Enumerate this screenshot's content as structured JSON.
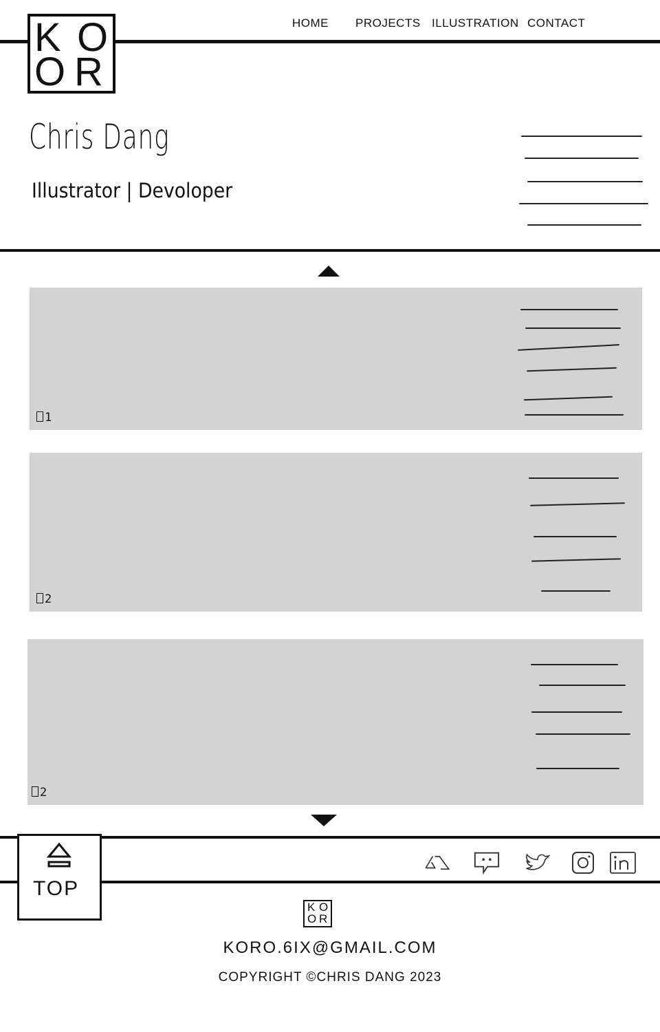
{
  "brand": {
    "logo_letters": [
      "K",
      "O",
      "O",
      "R"
    ],
    "small_logo_letters": [
      "K",
      "O",
      "O",
      "R"
    ]
  },
  "nav": {
    "items": [
      {
        "label": "Home"
      },
      {
        "label": "Projects"
      },
      {
        "label": "Illustration"
      },
      {
        "label": "Contact"
      }
    ]
  },
  "hero": {
    "name": "Chris Dang",
    "subtitle": "Illustrator | Devoloper"
  },
  "projects": {
    "scroll_up_icon": "triangle-up-icon",
    "scroll_down_icon": "triangle-down-icon",
    "cards": [
      {
        "number": "1",
        "lines": 6
      },
      {
        "number": "2",
        "lines": 5
      },
      {
        "number": "2",
        "lines": 5
      }
    ],
    "card_color": "#d3d3d3"
  },
  "footer": {
    "top_button_label": "TOP",
    "top_icon": "eject-arrow-icon",
    "social_icons": [
      "artstation-icon",
      "chat-bubble-icon",
      "twitter-icon",
      "instagram-icon",
      "linkedin-icon"
    ],
    "email": "koro.6ix@gmail.com",
    "copyright": "Copyright ©Chris Dang 2023"
  }
}
